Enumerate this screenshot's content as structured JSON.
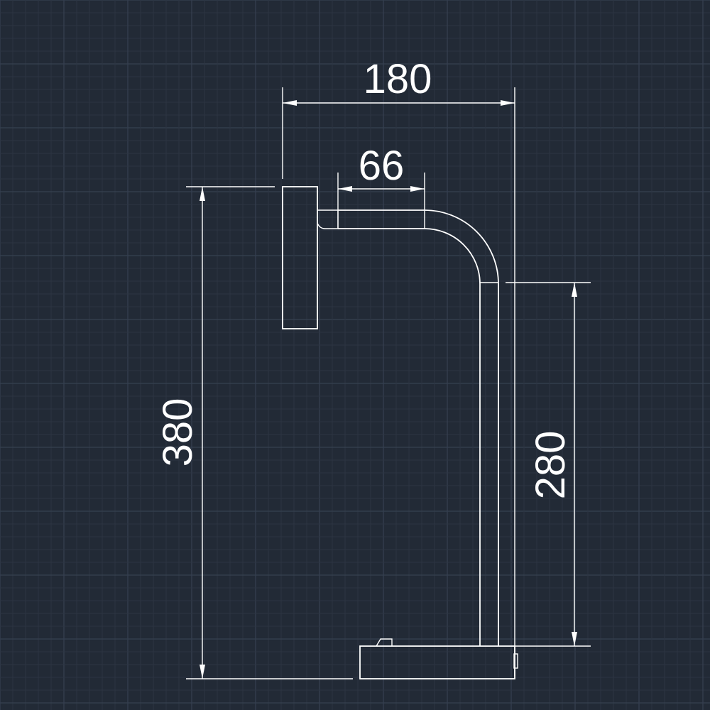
{
  "colors": {
    "background": "#222a36",
    "grid_minor": "#2c3442",
    "grid_major": "#364050",
    "lines": "#ffffff"
  },
  "dimensions": {
    "overall_width": "180",
    "arm_length": "66",
    "overall_height": "380",
    "stem_height": "280"
  }
}
